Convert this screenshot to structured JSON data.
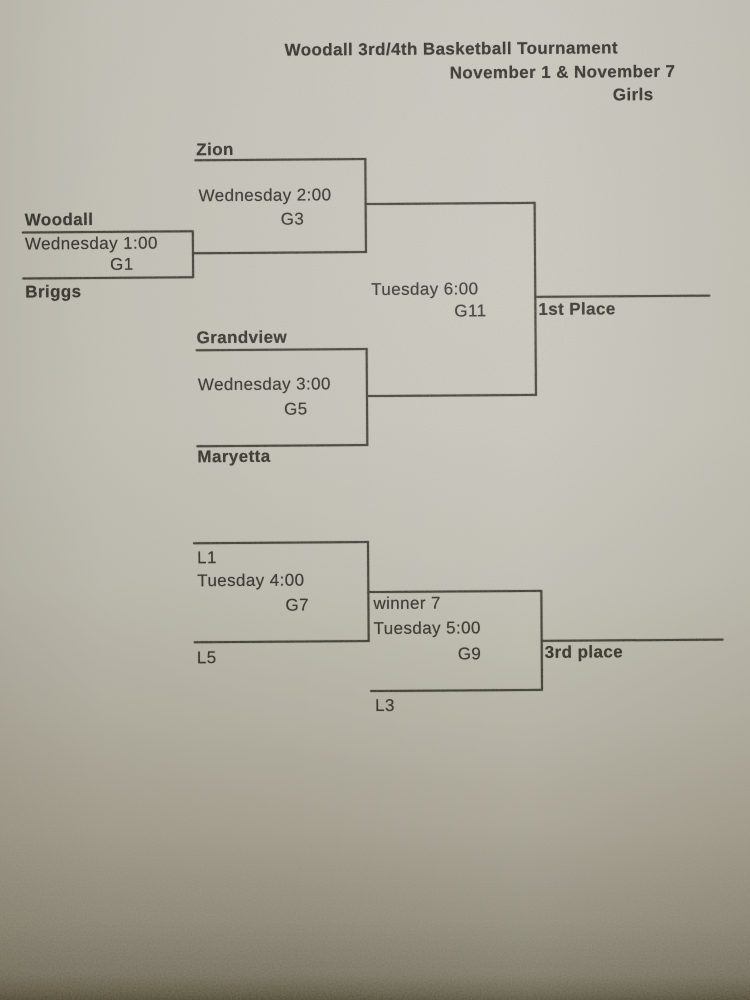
{
  "photo": {
    "ink_color": "#2e2b24",
    "paper_color": "#c4c1b7"
  },
  "header": {
    "title": "Woodall 3rd/4th Basketball Tournament",
    "dates": "November 1 & November 7",
    "division": "Girls"
  },
  "championship_bracket": {
    "g1": {
      "game": "G1",
      "time": "Wednesday 1:00",
      "top_team": "Woodall",
      "bottom_team": "Briggs"
    },
    "g3": {
      "game": "G3",
      "time": "Wednesday 2:00",
      "top_team": "Zion"
    },
    "g5": {
      "game": "G5",
      "time": "Wednesday 3:00",
      "top_team": "Grandview",
      "bottom_team": "Maryetta"
    },
    "g11": {
      "game": "G11",
      "time": "Tuesday 6:00"
    },
    "result_label": "1st Place"
  },
  "consolation_bracket": {
    "g7": {
      "game": "G7",
      "time": "Tuesday 4:00",
      "top_team": "L1",
      "bottom_team": "L5"
    },
    "g9": {
      "game": "G9",
      "time": "Tuesday 5:00",
      "top_team": "winner 7",
      "bottom_team": "L3"
    },
    "result_label": "3rd place"
  }
}
